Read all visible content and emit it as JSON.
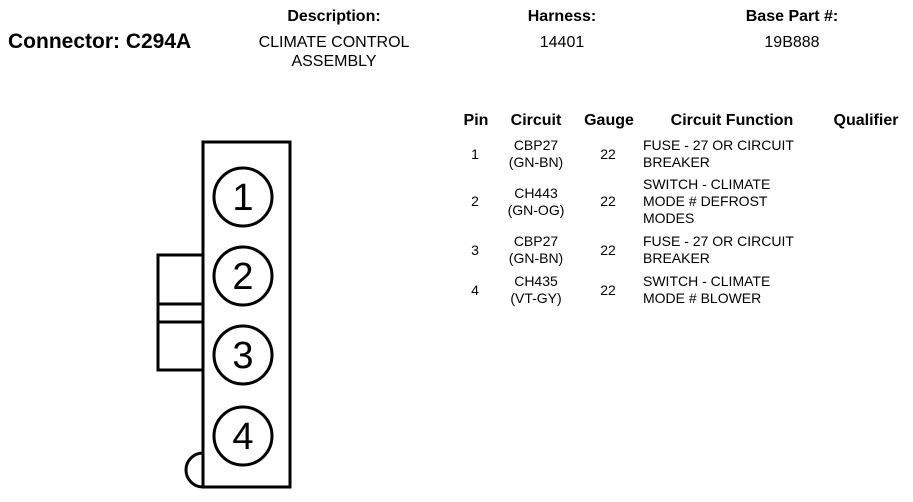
{
  "connector": {
    "label": "Connector: C294A"
  },
  "header": {
    "description_label": "Description:",
    "description_line1": "CLIMATE CONTROL",
    "description_line2": "ASSEMBLY",
    "harness_label": "Harness:",
    "harness_value": "14401",
    "base_part_label": "Base Part #:",
    "base_part_value": "19B888"
  },
  "table": {
    "columns": [
      "Pin",
      "Circuit",
      "Gauge",
      "Circuit Function",
      "Qualifier"
    ],
    "rows": [
      {
        "pin": "1",
        "circuit": [
          "CBP27",
          "(GN-BN)"
        ],
        "gauge": "22",
        "function": [
          "FUSE - 27 OR CIRCUIT",
          "BREAKER"
        ],
        "qualifier": ""
      },
      {
        "pin": "2",
        "circuit": [
          "CH443",
          "(GN-OG)"
        ],
        "gauge": "22",
        "function": [
          "SWITCH - CLIMATE",
          "MODE # DEFROST",
          "MODES"
        ],
        "qualifier": ""
      },
      {
        "pin": "3",
        "circuit": [
          "CBP27",
          "(GN-BN)"
        ],
        "gauge": "22",
        "function": [
          "FUSE - 27 OR CIRCUIT",
          "BREAKER"
        ],
        "qualifier": ""
      },
      {
        "pin": "4",
        "circuit": [
          "CH435",
          "(VT-GY)"
        ],
        "gauge": "22",
        "function": [
          "SWITCH - CLIMATE",
          "MODE # BLOWER"
        ],
        "qualifier": ""
      }
    ]
  },
  "diagram": {
    "pins": [
      "1",
      "2",
      "3",
      "4"
    ]
  }
}
